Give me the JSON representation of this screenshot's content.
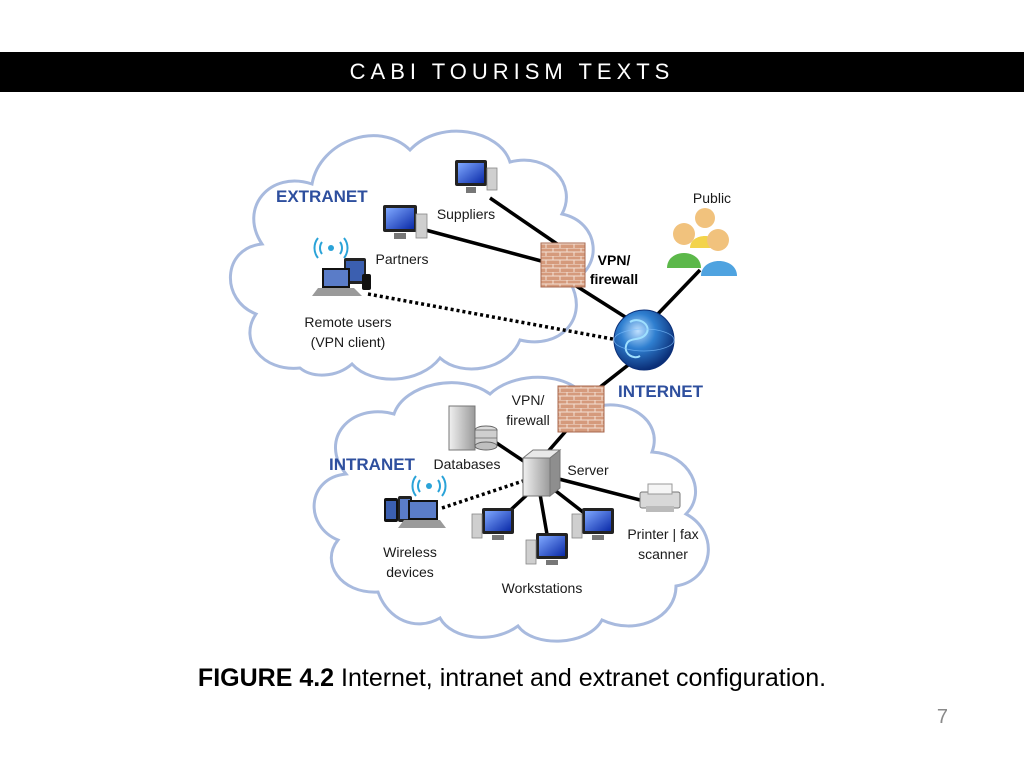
{
  "header": {
    "title": "CABI TOURISM TEXTS"
  },
  "diagram": {
    "zones": {
      "extranet": "EXTRANET",
      "internet": "INTERNET",
      "intranet": "INTRANET"
    },
    "labels": {
      "suppliers": "Suppliers",
      "partners": "Partners",
      "remote_users_line1": "Remote users",
      "remote_users_line2": "(VPN client)",
      "public": "Public",
      "vpn_top_line1": "VPN/",
      "vpn_top_line2": "firewall",
      "vpn_bottom_line1": "VPN/",
      "vpn_bottom_line2": "firewall",
      "databases": "Databases",
      "server": "Server",
      "printer_line1": "Printer | fax",
      "printer_line2": "scanner",
      "wireless_line1": "Wireless",
      "wireless_line2": "devices",
      "workstations": "Workstations"
    }
  },
  "caption": {
    "label": "FIGURE 4.2",
    "text": "Internet, intranet and extranet configuration."
  },
  "page_number": "7",
  "colors": {
    "cloud_stroke": "#9fb3d8",
    "zone_label": "#2e4f9e",
    "banner": "#000000",
    "brick": "#c98a6b"
  }
}
